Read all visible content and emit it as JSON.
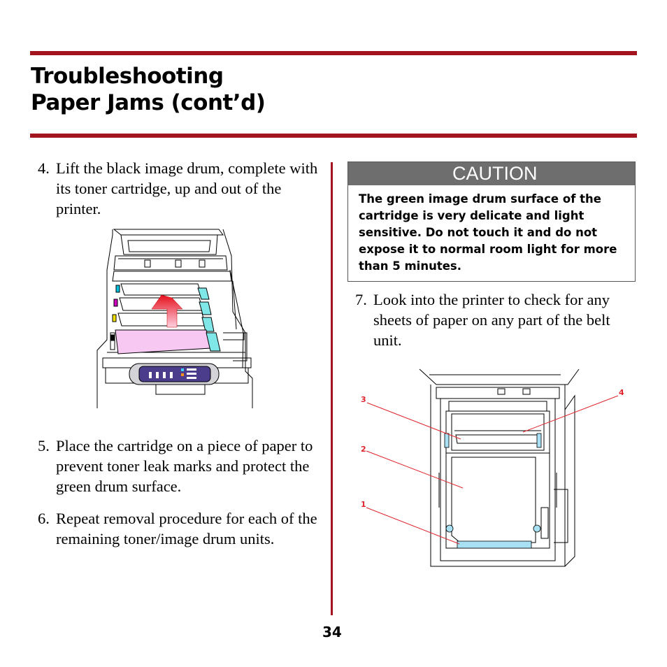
{
  "header": {
    "title_line1": "Troubleshooting",
    "title_line2": "Paper Jams (cont’d)"
  },
  "steps": [
    {
      "num": "4.",
      "text": "Lift the black image drum, complete with its toner cartridge, up and out of the printer."
    },
    {
      "num": "5.",
      "text": "Place the cartridge on a piece of paper to prevent toner leak marks and protect the green drum surface."
    },
    {
      "num": "6.",
      "text": "Repeat removal procedure for each of the remaining toner/image drum units."
    },
    {
      "num": "7.",
      "text": "Look into the printer to check for any sheets of paper on any part of the belt unit."
    }
  ],
  "caution": {
    "heading": "CAUTION",
    "body": "The green image drum surface of the cartridge is very delicate and light sensitive. Do not touch it and do not expose it to normal room light for more than 5 minutes."
  },
  "figure_belt": {
    "callouts": [
      "1",
      "2",
      "3",
      "4"
    ]
  },
  "colors": {
    "accent": "#a3151e",
    "caution_header": "#6e6e6e",
    "callout": "#e0242c",
    "cartridge_black": "#f6c8f2",
    "cyan_part": "#7fe7e7",
    "belt_blue": "#a8e0f4"
  },
  "footer": {
    "page_number": "34"
  }
}
